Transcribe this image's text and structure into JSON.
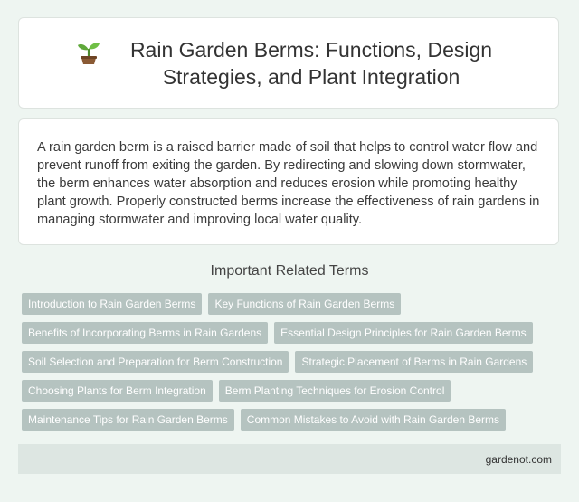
{
  "header": {
    "icon": "sprout-icon",
    "title": "Rain Garden Berms: Functions, Design Strategies, and Plant Integration"
  },
  "description": "A rain garden berm is a raised barrier made of soil that helps to control water flow and prevent runoff from exiting the garden. By redirecting and slowing down stormwater, the berm enhances water absorption and reduces erosion while promoting healthy plant growth. Properly constructed berms increase the effectiveness of rain gardens in managing stormwater and improving local water quality.",
  "related": {
    "heading": "Important Related Terms",
    "tags": [
      "Introduction to Rain Garden Berms",
      "Key Functions of Rain Garden Berms",
      "Benefits of Incorporating Berms in Rain Gardens",
      "Essential Design Principles for Rain Garden Berms",
      "Soil Selection and Preparation for Berm Construction",
      "Strategic Placement of Berms in Rain Gardens",
      "Choosing Plants for Berm Integration",
      "Berm Planting Techniques for Erosion Control",
      "Maintenance Tips for Rain Garden Berms",
      "Common Mistakes to Avoid with Rain Garden Berms"
    ]
  },
  "footer": {
    "site": "gardenot.com"
  },
  "colors": {
    "background": "#eef5f1",
    "tag": "#b5c3c0",
    "footer": "#dde6e2"
  }
}
